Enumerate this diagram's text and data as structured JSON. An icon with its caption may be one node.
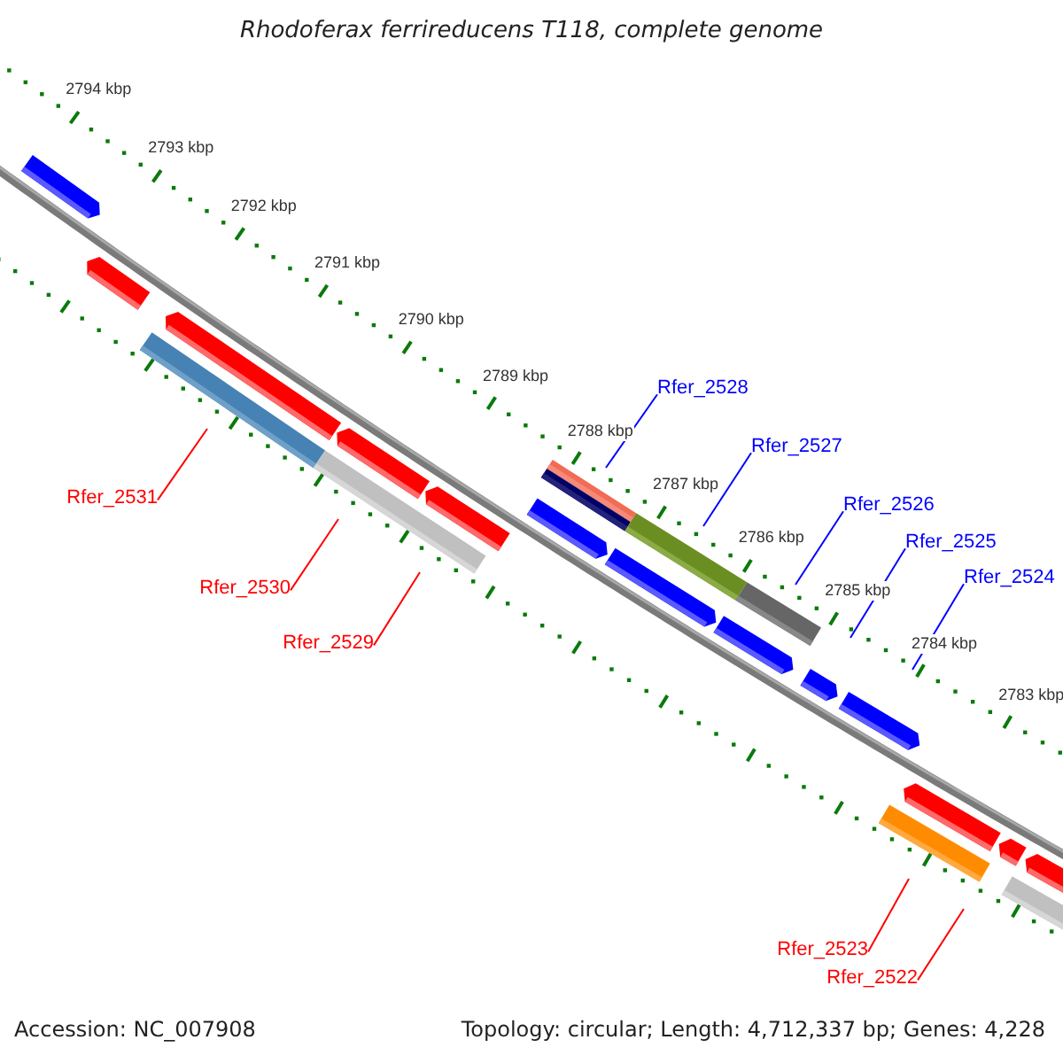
{
  "diagram": {
    "title": "Rhodoferax ferrireducens T118, complete genome",
    "nodes": [
      {
        "text": [
          "Rfer_2528"
        ]
      },
      {
        "text": [
          "Rfer_2527"
        ]
      },
      {
        "text": [
          "Rfer_2531"
        ]
      },
      {
        "text": [
          "Rfer_2526"
        ]
      },
      {
        "text": [
          "Rfer_2525"
        ]
      },
      {
        "text": [
          "Rfer_2524"
        ]
      },
      {
        "text": [
          "Rfer_2530"
        ]
      },
      {
        "text": [
          "Rfer_2529"
        ]
      },
      {
        "text": [
          "Rfer_2523"
        ]
      },
      {
        "text": [
          "Rfer_2522"
        ]
      }
    ],
    "edges": [
      {
        "from": 0,
        "to": null,
        "arrow": "none"
      },
      {
        "from": 1,
        "to": null,
        "arrow": "none"
      },
      {
        "from": 2,
        "to": null,
        "arrow": "none",
        "color": "#ff0000"
      },
      {
        "from": 3,
        "to": null,
        "arrow": "none"
      },
      {
        "from": 4,
        "to": null,
        "arrow": "none"
      },
      {
        "from": 5,
        "to": null,
        "arrow": "none"
      },
      {
        "from": 6,
        "to": null,
        "arrow": "none",
        "color": "#ff0000"
      },
      {
        "from": 7,
        "to": null,
        "arrow": "none",
        "color": "#ff0000"
      },
      {
        "from": 8,
        "to": null,
        "arrow": "none",
        "color": "#ff0000"
      },
      {
        "from": 9,
        "to": null,
        "arrow": "none",
        "color": "#ff0000"
      }
    ],
    "labels": [
      "2794 kbp",
      "2793 kbp",
      "2792 kbp",
      "2791 kbp",
      "2790 kbp",
      "2789 kbp",
      "2788 kbp",
      "2787 kbp",
      "2786 kbp",
      "2785 kbp",
      "2784 kbp",
      "2783 kbp",
      "Accession: NC_007908",
      "Topology: circular; Length: 4,712,337 bp; Genes: 4,228"
    ]
  }
}
